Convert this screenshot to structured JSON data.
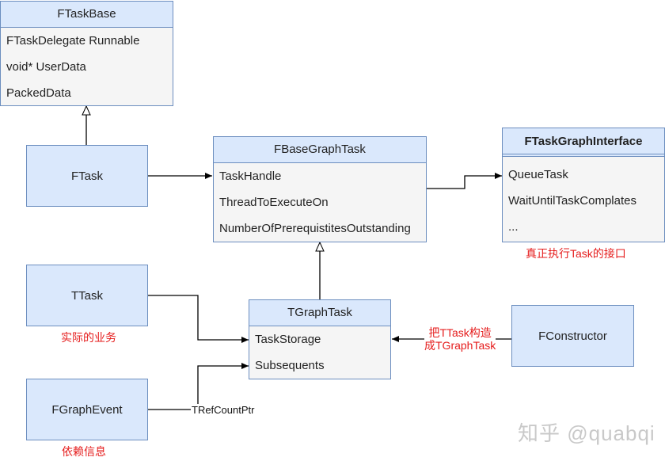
{
  "classes": {
    "ftaskbase": {
      "title": "FTaskBase",
      "fields": [
        "FTaskDelegate Runnable",
        "void* UserData",
        "PackedData"
      ]
    },
    "fbasegraphtask": {
      "title": "FBaseGraphTask",
      "fields": [
        "TaskHandle",
        "ThreadToExecuteOn",
        "NumberOfPrerequistitesOutstanding"
      ]
    },
    "ftaskgraphinterface": {
      "title": "FTaskGraphInterface",
      "fields": [
        "QueueTask",
        "WaitUntilTaskComplates",
        "..."
      ]
    },
    "tgraphtask": {
      "title": "TGraphTask",
      "fields": [
        "TaskStorage",
        "Subsequents"
      ]
    }
  },
  "boxes": {
    "ftask": "FTask",
    "ttask": "TTask",
    "fgraphevent": "FGraphEvent",
    "fconstructor": "FConstructor"
  },
  "notes": {
    "interface": "真正执行Task的接口",
    "ttask": "实际的业务",
    "fgraphevent": "依赖信息",
    "constructor_line1": "把TTask构造",
    "constructor_line2": "成TGraphTask"
  },
  "edge_labels": {
    "refcount": "TRefCountPtr"
  },
  "watermark": "知乎 @quabqi",
  "colors": {
    "header_fill": "#dae8fc",
    "border": "#6c8ebf",
    "body_fill": "#f5f5f5",
    "note_red": "#e51c1c"
  }
}
